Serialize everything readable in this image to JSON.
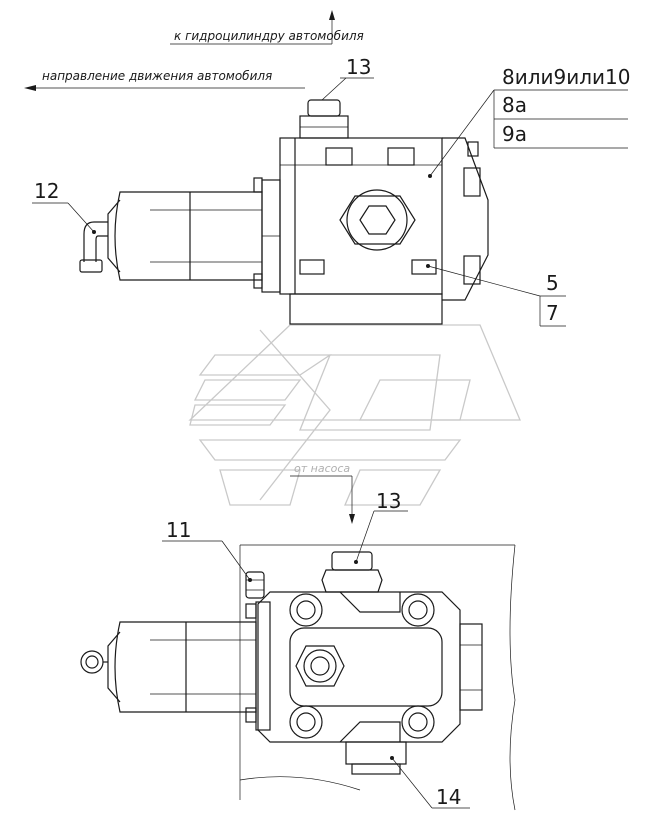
{
  "captions": {
    "to_cylinder": "к гидроцилиндру автомобиля",
    "direction": "направление движения автомобиля",
    "from_pump": "от насоса"
  },
  "labels": {
    "top_13": "13",
    "top_12": "12",
    "top_8_9_10": "8или9или10",
    "top_8a": "8а",
    "top_9a": "9а",
    "top_5": "5",
    "top_7": "7",
    "bot_11": "11",
    "bot_13": "13",
    "bot_14": "14"
  }
}
